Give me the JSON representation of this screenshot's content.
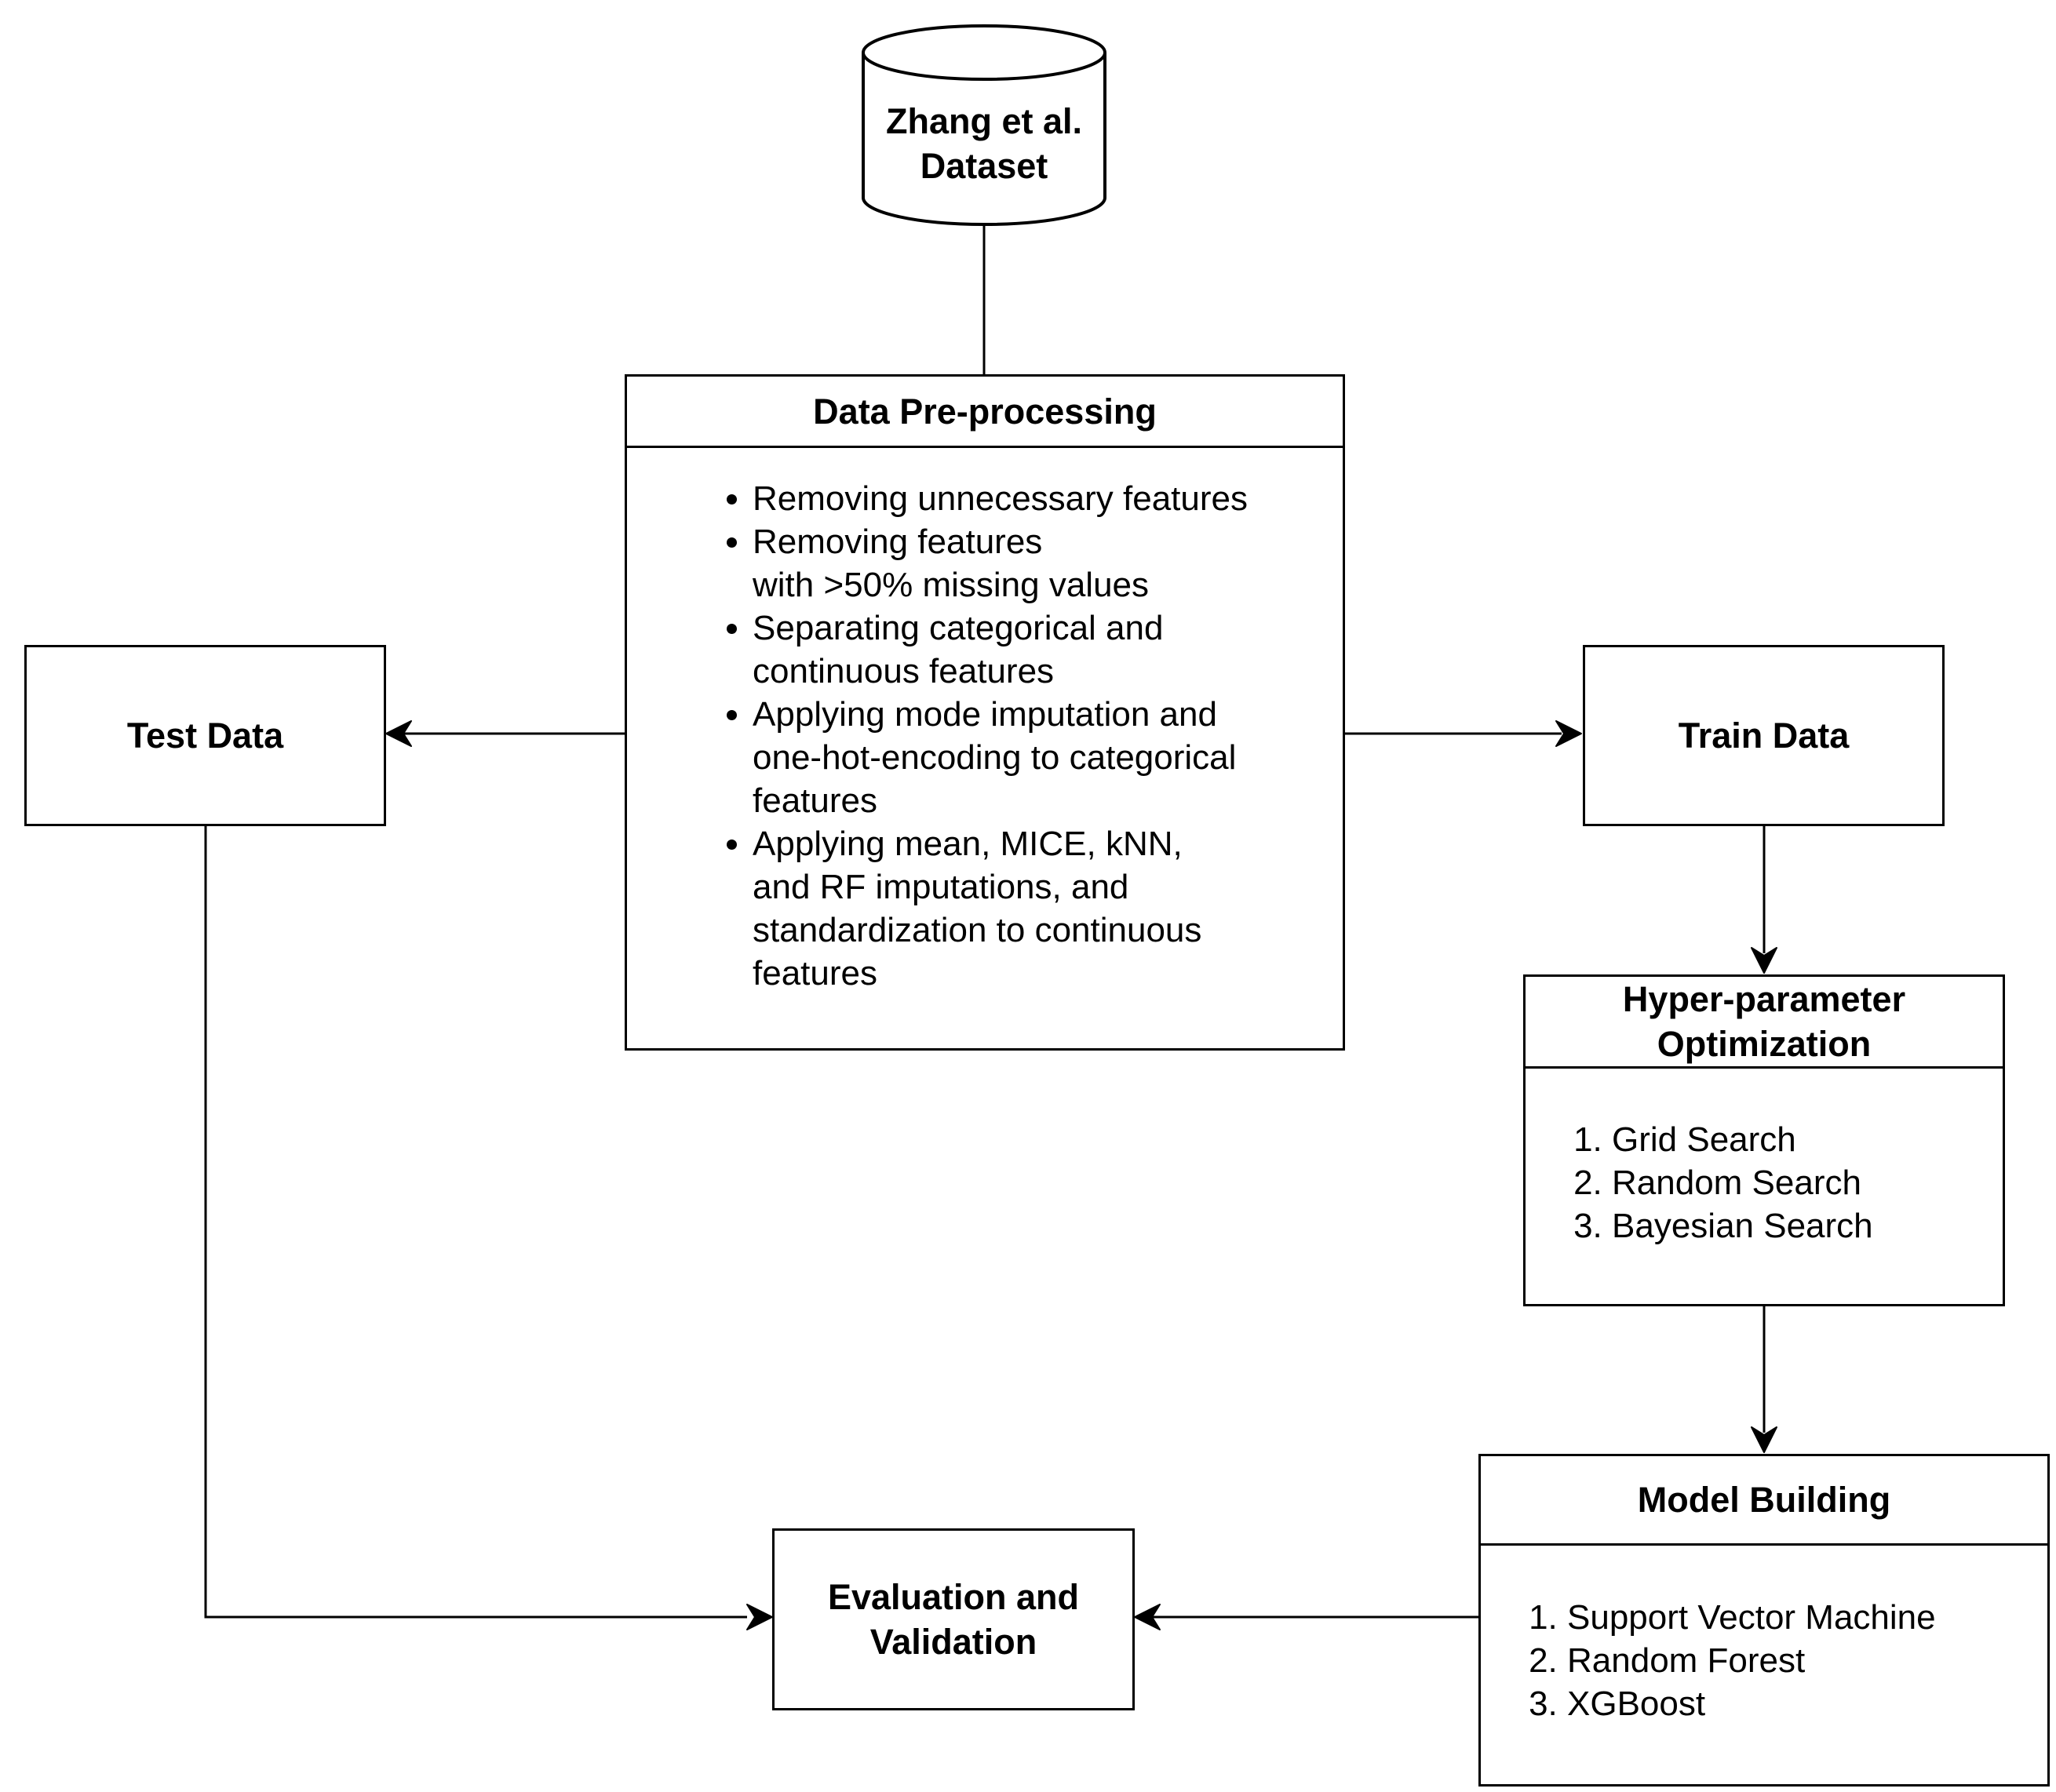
{
  "dataset": {
    "label": "Zhang et al.\nDataset"
  },
  "preprocessing": {
    "title": "Data Pre-processing",
    "items": [
      "Removing unnecessary features",
      "Removing features\nwith >50% missing values",
      "Separating categorical and\ncontinuous features",
      "Applying mode imputation and\none-hot-encoding to categorical\nfeatures",
      "Applying mean, MICE, kNN,\nand RF imputations, and\nstandardization to continuous\nfeatures"
    ]
  },
  "test_data": {
    "label": "Test Data"
  },
  "train_data": {
    "label": "Train Data"
  },
  "hyperparameter": {
    "title": "Hyper-parameter\nOptimization",
    "items": [
      "Grid Search",
      "Random Search",
      "Bayesian Search"
    ]
  },
  "model_building": {
    "title": "Model Building",
    "items": [
      "Support Vector Machine",
      "Random Forest",
      "XGBoost"
    ]
  },
  "evaluation": {
    "label": "Evaluation and\nValidation"
  }
}
